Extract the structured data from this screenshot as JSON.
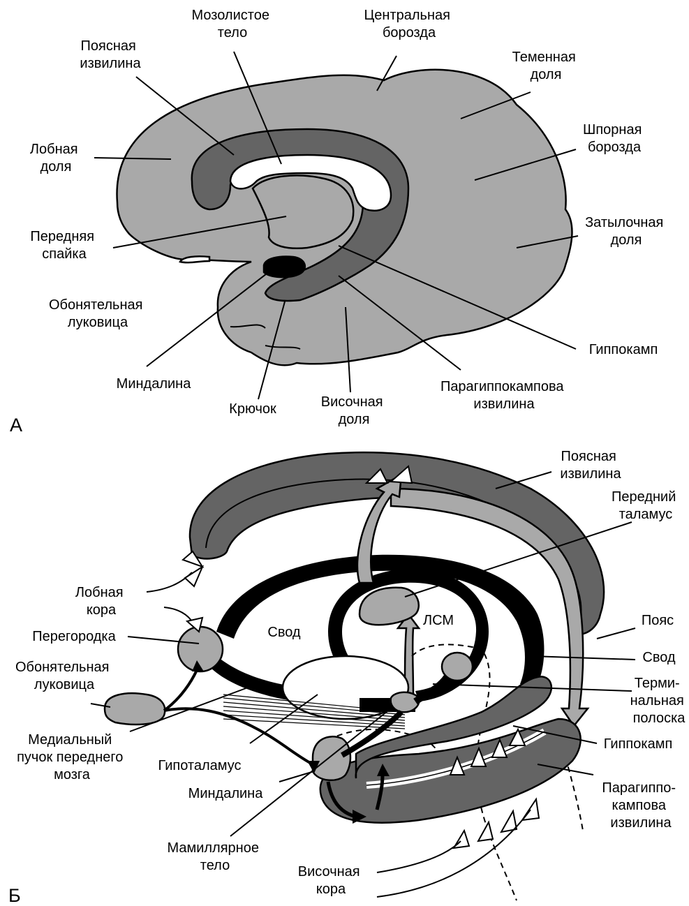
{
  "colors": {
    "cortex": "#a9a9a9",
    "limbic": "#646464",
    "dark": "#000000",
    "background": "#ffffff"
  },
  "panel_a": {
    "letter": "А",
    "labels": {
      "corpus_callosum": [
        "Мозолистое",
        "тело"
      ],
      "central_sulcus": [
        "Центральная",
        "борозда"
      ],
      "cingulate_gyrus": [
        "Поясная",
        "извилина"
      ],
      "parietal_lobe": [
        "Теменная",
        "доля"
      ],
      "frontal_lobe": [
        "Лобная",
        "доля"
      ],
      "calcarine_sulcus": [
        "Шпорная",
        "борозда"
      ],
      "anterior_commissure": [
        "Передняя",
        "спайка"
      ],
      "occipital_lobe": [
        "Затылочная",
        "доля"
      ],
      "olfactory_bulb": [
        "Обонятельная",
        "луковица"
      ],
      "hippocampus": [
        "Гиппокамп"
      ],
      "amygdala": [
        "Миндалина"
      ],
      "parahippocampal_gyrus": [
        "Парагиппокампова",
        "извилина"
      ],
      "uncus": [
        "Крючок"
      ],
      "temporal_lobe": [
        "Височная",
        "доля"
      ]
    }
  },
  "panel_b": {
    "letter": "Б",
    "labels": {
      "cingulate_gyrus": [
        "Поясная",
        "извилина"
      ],
      "anterior_thalamus": [
        "Передний",
        "таламус"
      ],
      "frontal_cortex": [
        "Лобная",
        "кора"
      ],
      "fornix_center": [
        "Свод"
      ],
      "septum": [
        "Перегородка"
      ],
      "mtt": [
        "ЛСМ"
      ],
      "cingulum": [
        "Пояс"
      ],
      "fornix_right": [
        "Свод"
      ],
      "olfactory_bulb": [
        "Обонятельная",
        "луковица"
      ],
      "stria_terminalis": [
        "Терми-",
        "нальная",
        "полоска"
      ],
      "mfb": [
        "Медиальный",
        "пучок переднего",
        "мозга"
      ],
      "hypothalamus": [
        "Гипоталамус"
      ],
      "hippocampus": [
        "Гиппокамп"
      ],
      "amygdala": [
        "Миндалина"
      ],
      "parahippocampal_gyrus": [
        "Парагиппо-",
        "кампова",
        "извилина"
      ],
      "mammillary_body": [
        "Мамиллярное",
        "тело"
      ],
      "temporal_cortex": [
        "Височная",
        "кора"
      ]
    }
  }
}
